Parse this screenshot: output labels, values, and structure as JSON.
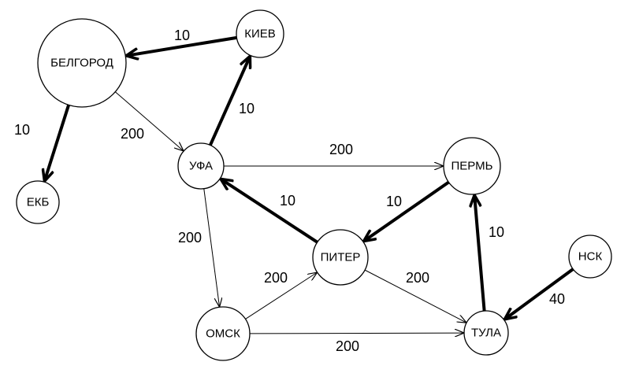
{
  "nodes": [
    {
      "id": "belgorod",
      "label": "БЕЛГОРОД"
    },
    {
      "id": "kiev",
      "label": "КИЕВ"
    },
    {
      "id": "ekb",
      "label": "ЕКБ"
    },
    {
      "id": "ufa",
      "label": "УФА"
    },
    {
      "id": "perm",
      "label": "ПЕРМЬ"
    },
    {
      "id": "piter",
      "label": "ПИТЕР"
    },
    {
      "id": "omsk",
      "label": "ОМСК"
    },
    {
      "id": "tula",
      "label": "ТУЛА"
    },
    {
      "id": "nsk",
      "label": "НСК"
    }
  ],
  "edges": [
    {
      "from": "kiev",
      "to": "belgorod",
      "weight": "10",
      "bold": true
    },
    {
      "from": "belgorod",
      "to": "ekb",
      "weight": "10",
      "bold": true
    },
    {
      "from": "belgorod",
      "to": "ufa",
      "weight": "200",
      "bold": false
    },
    {
      "from": "ufa",
      "to": "kiev",
      "weight": "10",
      "bold": true
    },
    {
      "from": "ufa",
      "to": "perm",
      "weight": "200",
      "bold": false
    },
    {
      "from": "ufa",
      "to": "omsk",
      "weight": "200",
      "bold": false
    },
    {
      "from": "piter",
      "to": "ufa",
      "weight": "10",
      "bold": true
    },
    {
      "from": "perm",
      "to": "piter",
      "weight": "10",
      "bold": true
    },
    {
      "from": "omsk",
      "to": "piter",
      "weight": "200",
      "bold": false
    },
    {
      "from": "piter",
      "to": "tula",
      "weight": "200",
      "bold": false
    },
    {
      "from": "omsk",
      "to": "tula",
      "weight": "200",
      "bold": false
    },
    {
      "from": "tula",
      "to": "perm",
      "weight": "10",
      "bold": true
    },
    {
      "from": "nsk",
      "to": "tula",
      "weight": "40",
      "bold": true
    }
  ]
}
